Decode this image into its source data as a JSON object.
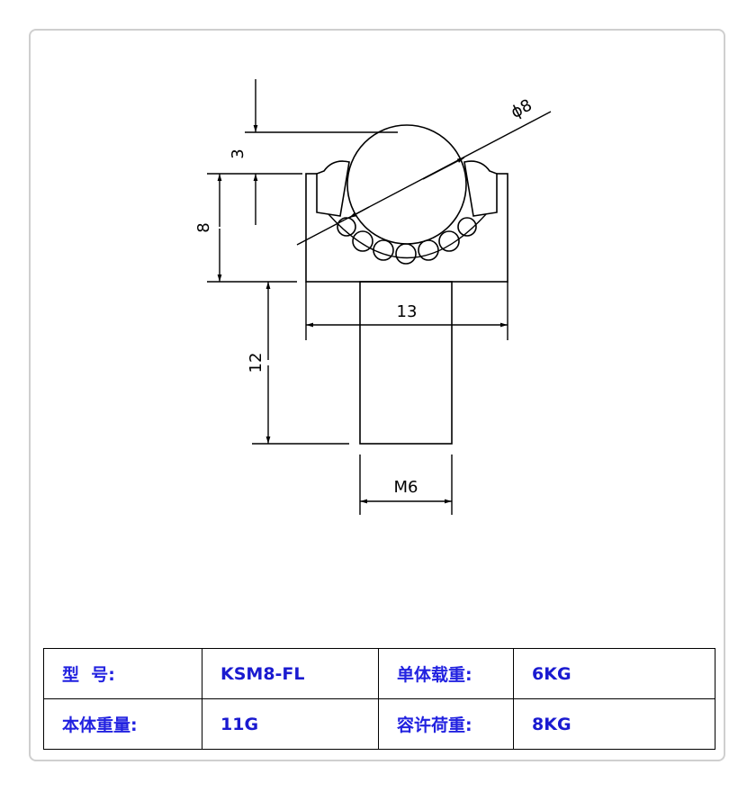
{
  "drawing": {
    "dimensions": {
      "ball_diameter": "ϕ8",
      "ball_protrusion": "3",
      "body_height": "8",
      "body_width": "13",
      "stem_length": "12",
      "thread": "M6"
    }
  },
  "specs": {
    "model_label": "型  号:",
    "model_value": "KSM8-FL",
    "load_label": "单体载重:",
    "load_value": "6KG",
    "weight_label": "本体重量:",
    "weight_value": "11G",
    "allowable_label": "容许荷重:",
    "allowable_value": "8KG"
  },
  "colors": {
    "label": "#2222e0",
    "value": "#1a1ad0",
    "line": "#000000"
  }
}
